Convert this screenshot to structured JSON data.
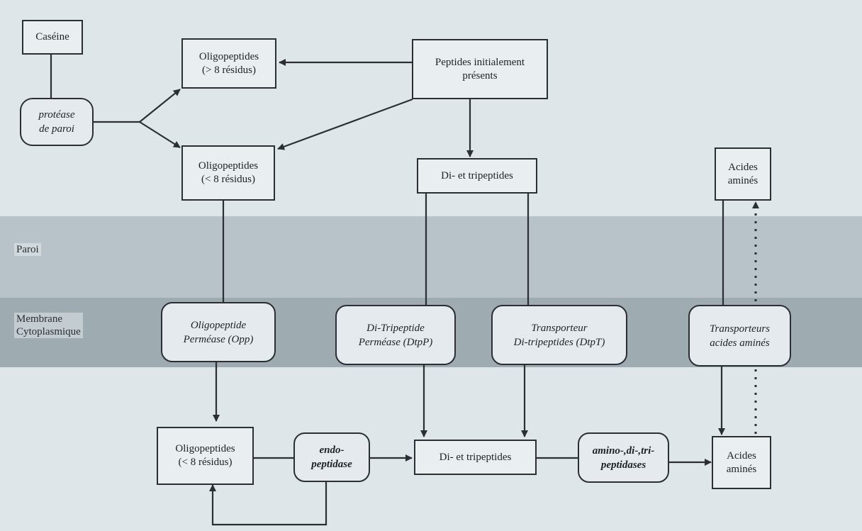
{
  "zones": {
    "paroi": "Paroi",
    "membrane": "Membrane\nCytoplasmique"
  },
  "outside": {
    "caseine": "Caséine",
    "protease": "protéase\nde paroi",
    "oligo_long": "Oligopeptides\n(> 8 résidus)",
    "oligo_short": "Oligopeptides\n(< 8 résidus)",
    "peptides_initial": "Peptides initialement\nprésents",
    "di_tri": "Di- et tripeptides",
    "amino_acids": "Acides\naminés"
  },
  "transporters": {
    "opp": "Oligopeptide\nPerméase (Opp)",
    "dtpp": "Di-Tripeptide\nPerméase (DtpP)",
    "dtpt": "Transporteur\nDi-tripeptides (DtpT)",
    "aa": "Transporteurs\nacides aminés"
  },
  "inside": {
    "oligo_short": "Oligopeptides\n(< 8 résidus)",
    "endopeptidase": "endo-\npeptidase",
    "di_tri": "Di- et tripeptides",
    "peptidases": "amino-,di-,tri-\npeptidases",
    "amino_acids": "Acides\naminés"
  },
  "colors": {
    "background": "#dfe6ea",
    "paroi_band": "#b7c3c8",
    "membrane_band": "#9eabb1",
    "ink": "#2b2f33"
  }
}
